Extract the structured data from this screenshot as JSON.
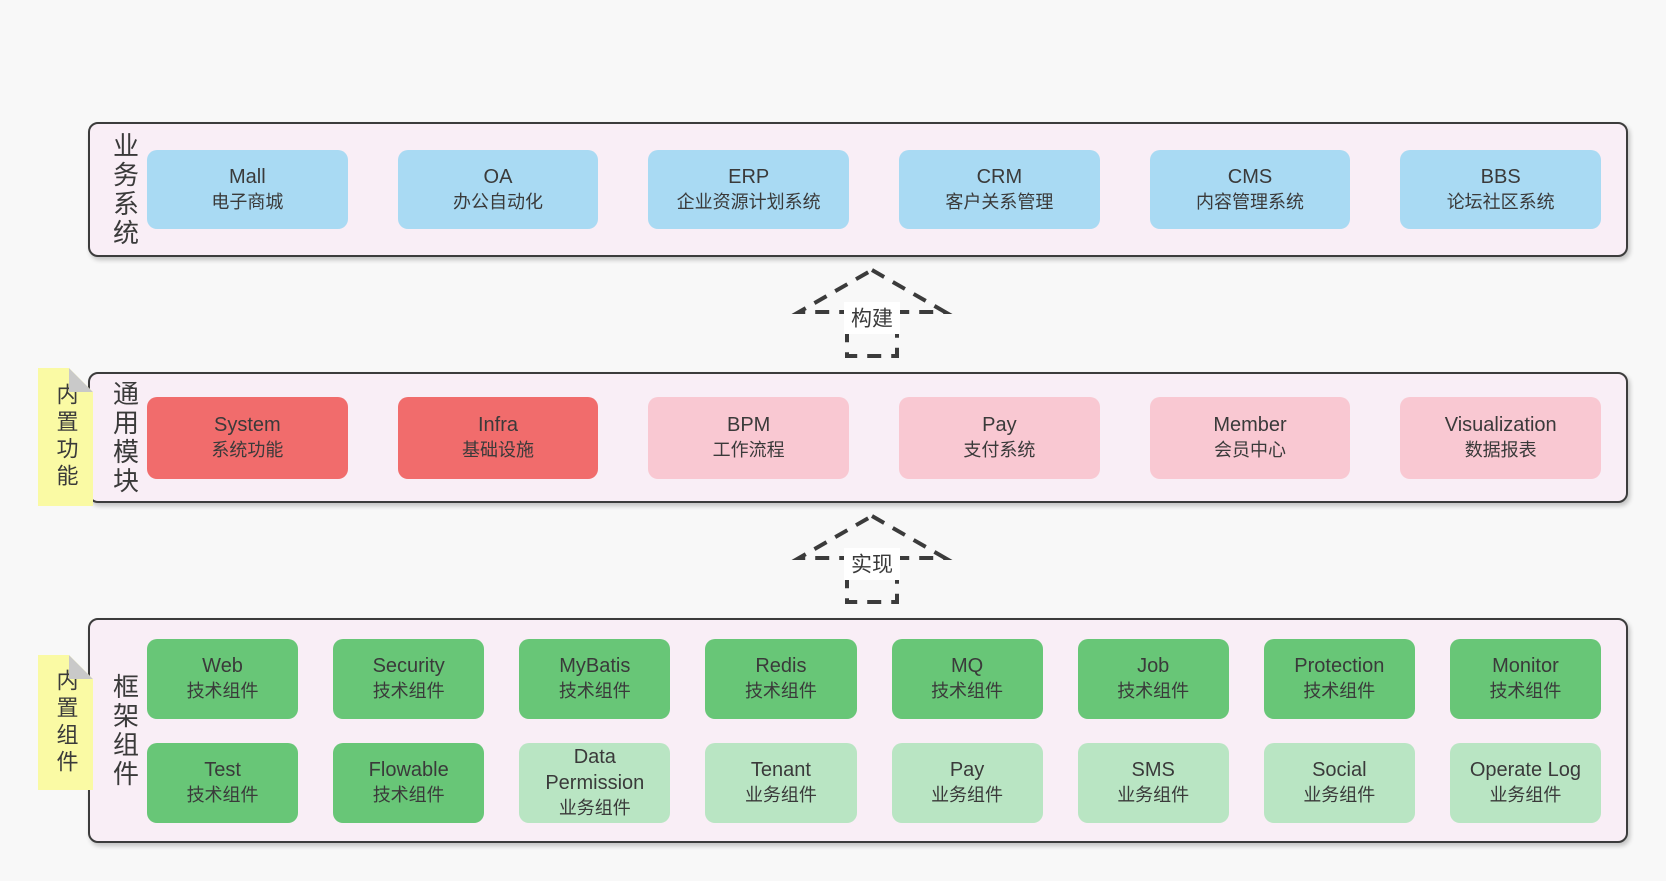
{
  "colors": {
    "page_bg": "#f8f8f8",
    "band_bg": "#f9eef6",
    "band_border": "#3c3c3c",
    "blue": "#a9daf3",
    "red": "#f16c6c",
    "pink": "#f9c8d2",
    "green": "#68c677",
    "light_green": "#b9e5c3",
    "note_yellow": "#fafaa4",
    "note_fold": "#c9c9c9",
    "text": "#3a3a3a"
  },
  "bands": [
    {
      "label": "业务系统",
      "rows": [
        [
          {
            "title": "Mall",
            "subtitle": "电子商城",
            "tone": "blue"
          },
          {
            "title": "OA",
            "subtitle": "办公自动化",
            "tone": "blue"
          },
          {
            "title": "ERP",
            "subtitle": "企业资源计划系统",
            "tone": "blue"
          },
          {
            "title": "CRM",
            "subtitle": "客户关系管理",
            "tone": "blue"
          },
          {
            "title": "CMS",
            "subtitle": "内容管理系统",
            "tone": "blue"
          },
          {
            "title": "BBS",
            "subtitle": "论坛社区系统",
            "tone": "blue"
          }
        ]
      ]
    },
    {
      "label": "通用模块",
      "note": "内置功能",
      "rows": [
        [
          {
            "title": "System",
            "subtitle": "系统功能",
            "tone": "red"
          },
          {
            "title": "Infra",
            "subtitle": "基础设施",
            "tone": "red"
          },
          {
            "title": "BPM",
            "subtitle": "工作流程",
            "tone": "pink"
          },
          {
            "title": "Pay",
            "subtitle": "支付系统",
            "tone": "pink"
          },
          {
            "title": "Member",
            "subtitle": "会员中心",
            "tone": "pink"
          },
          {
            "title": "Visualization",
            "subtitle": "数据报表",
            "tone": "pink"
          }
        ]
      ]
    },
    {
      "label": "框架组件",
      "note": "内置组件",
      "rows": [
        [
          {
            "title": "Web",
            "subtitle": "技术组件",
            "tone": "green"
          },
          {
            "title": "Security",
            "subtitle": "技术组件",
            "tone": "green"
          },
          {
            "title": "MyBatis",
            "subtitle": "技术组件",
            "tone": "green"
          },
          {
            "title": "Redis",
            "subtitle": "技术组件",
            "tone": "green"
          },
          {
            "title": "MQ",
            "subtitle": "技术组件",
            "tone": "green"
          },
          {
            "title": "Job",
            "subtitle": "技术组件",
            "tone": "green"
          },
          {
            "title": "Protection",
            "subtitle": "技术组件",
            "tone": "green"
          },
          {
            "title": "Monitor",
            "subtitle": "技术组件",
            "tone": "green"
          }
        ],
        [
          {
            "title": "Test",
            "subtitle": "技术组件",
            "tone": "green"
          },
          {
            "title": "Flowable",
            "subtitle": "技术组件",
            "tone": "green"
          },
          {
            "title": "Data Permission",
            "subtitle": "业务组件",
            "tone": "light_green"
          },
          {
            "title": "Tenant",
            "subtitle": "业务组件",
            "tone": "light_green"
          },
          {
            "title": "Pay",
            "subtitle": "业务组件",
            "tone": "light_green"
          },
          {
            "title": "SMS",
            "subtitle": "业务组件",
            "tone": "light_green"
          },
          {
            "title": "Social",
            "subtitle": "业务组件",
            "tone": "light_green"
          },
          {
            "title": "Operate Log",
            "subtitle": "业务组件",
            "tone": "light_green"
          }
        ]
      ]
    }
  ],
  "arrows": [
    {
      "label": "构建"
    },
    {
      "label": "实现"
    }
  ]
}
